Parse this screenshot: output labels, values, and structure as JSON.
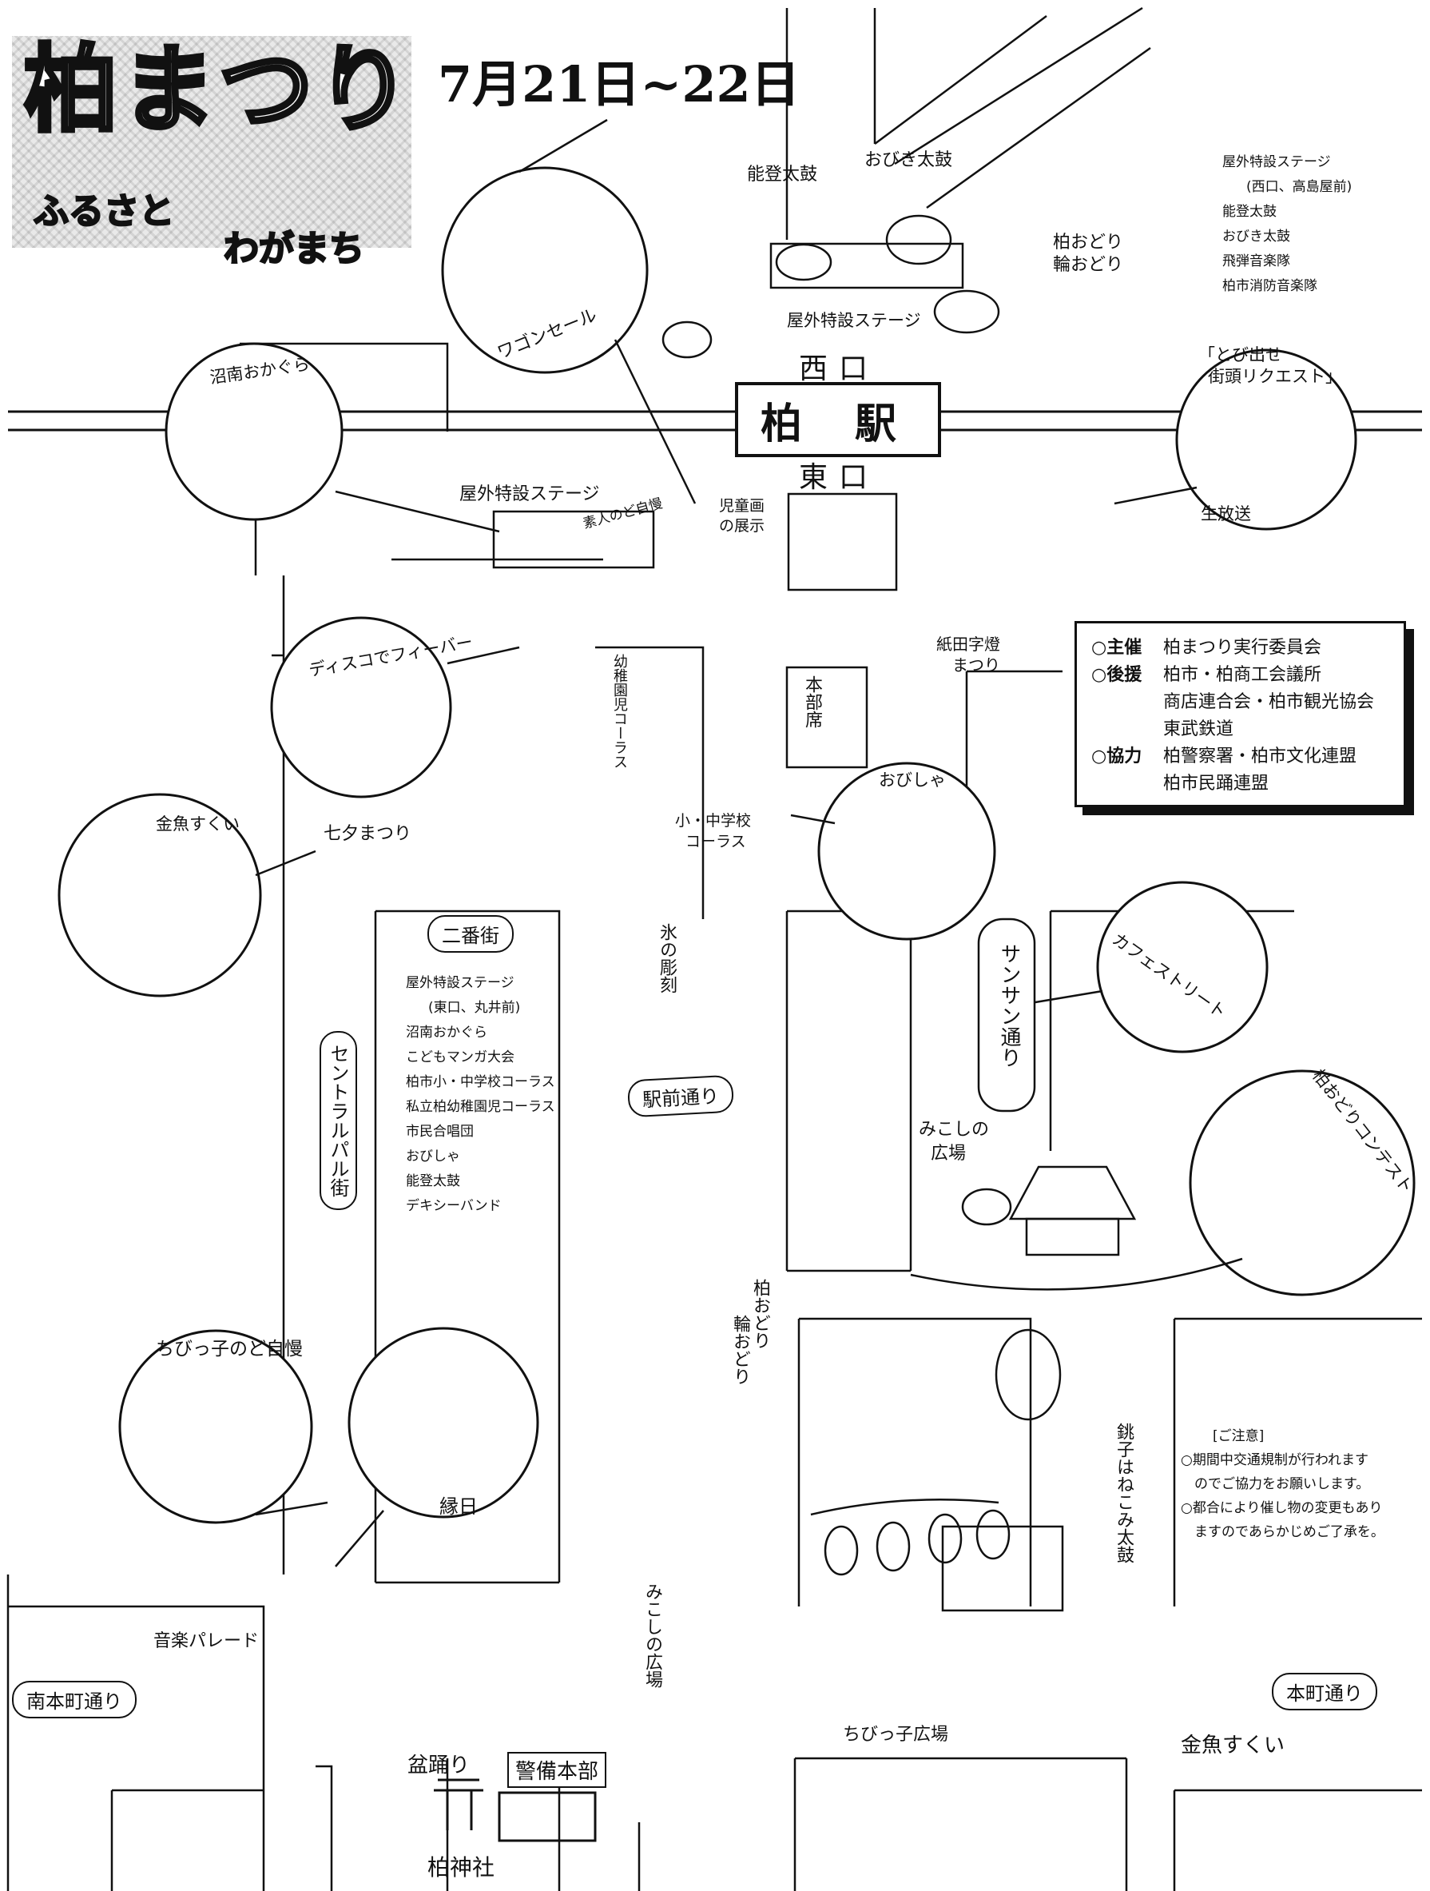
{
  "title": {
    "main": "柏まつり",
    "sub_left": "ふるさと",
    "sub_right": "わがまち",
    "date": "7月21日~22日"
  },
  "station": {
    "name": "柏 駅",
    "west_exit": "西口",
    "east_exit": "東口"
  },
  "streets": {
    "central_pal": "セントラルパル街",
    "niban": "二番街",
    "sunsun": "サンサン通り",
    "ekimae": "駅前通り",
    "minami_honcho": "南本町通り",
    "honcho": "本町通り"
  },
  "west_stage_info": [
    "屋外特設ステージ",
    "(西口、高島屋前)",
    "能登太鼓",
    "おびき太鼓",
    "飛弾音楽隊",
    "柏市消防音楽隊"
  ],
  "east_stage_info": [
    "屋外特設ステージ",
    "(東口、丸井前)",
    "沼南おかぐら",
    "こどもマンガ大会",
    "柏市小・中学校コーラス",
    "私立柏幼稚園児コーラス",
    "市民合唱団",
    "おびしゃ",
    "能登太鼓",
    "デキシーバンド"
  ],
  "organizers": [
    {
      "head": "○主催",
      "lines": [
        "柏まつり実行委員会"
      ]
    },
    {
      "head": "○後援",
      "lines": [
        "柏市・柏商工会議所",
        "商店連合会・柏市観光協会",
        "東武鉄道"
      ]
    },
    {
      "head": "○協力",
      "lines": [
        "柏警察署・柏市文化連盟",
        "柏市民踊連盟"
      ]
    }
  ],
  "notice": {
    "title": "[ご注意]",
    "lines": [
      "○期間中交通規制が行われます",
      "　のでご協力をお願いします。",
      "○都合により催し物の変更もあり",
      "　ますのであらかじめご了承を。"
    ]
  },
  "map_labels": {
    "noto_taiko": "能登太鼓",
    "obiki_taiko": "おびき太鼓",
    "kashiwa_odori": "柏おどり",
    "wa_odori": "輪おどり",
    "wagon_sale": "ワゴンセール",
    "outdoor_stage_west": "屋外特設ステージ",
    "shonan_okagura": "沼南おかぐら",
    "outdoor_stage_east": "屋外特設ステージ",
    "amateur_nodojiman": "素人のど自慢",
    "children_art_1": "児童画",
    "children_art_2": "の展示",
    "tobidase_1": "「とび出せ",
    "tobidase_2": "街頭リクエスト」",
    "live_broadcast": "生放送",
    "neputa_1": "紙田字燈",
    "neputa_2": "まつり",
    "disco": "ディスコでフィーバー",
    "kindergarten_chorus": "幼稚園児コーラス",
    "headquarters": "本部席",
    "obisha": "おびしゃ",
    "goldfish_1": "金魚すくい",
    "tanabata": "七夕まつり",
    "school_chorus_1": "小・中学校",
    "school_chorus_2": "コーラス",
    "ice_sculpture": "氷の彫刻",
    "cafe_street": "カフェストリート",
    "odori_contest": "柏おどりコンテスト",
    "mikoshi_plaza_1": "みこしの",
    "mikoshi_plaza_2": "広場",
    "kashiwa_odori_2": "柏おどり",
    "wa_odori_2": "輪おどり",
    "chibikko_nodojiman": "ちびっ子のど自慢",
    "ennichi": "縁日",
    "choshi_hanekomi": "銚子はねこみ太鼓",
    "mikoshi_plaza_south": "みこしの広場",
    "music_parade": "音楽パレード",
    "bon_odori": "盆踊り",
    "police_hq": "警備本部",
    "chibikko_plaza": "ちびっ子広場",
    "goldfish_2": "金魚すくい",
    "shrine": "柏神社"
  },
  "colors": {
    "ink": "#111111",
    "paper": "#ffffff",
    "screen": "#e9e9e9"
  }
}
